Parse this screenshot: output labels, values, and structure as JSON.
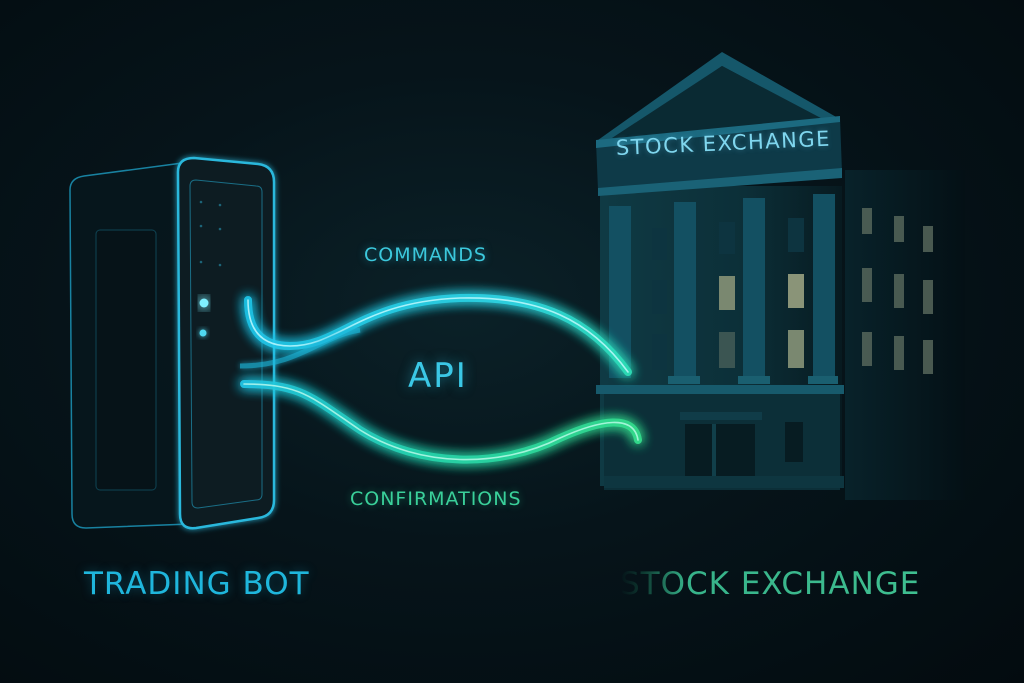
{
  "diagram": {
    "title": "Trading Bot to Stock Exchange via API",
    "nodes": [
      {
        "id": "trading-bot",
        "label": "TRADING BOT",
        "icon": "server-tower-icon"
      },
      {
        "id": "stock-exchange",
        "label": "STOCK EXCHANGE",
        "sign_text": "STOCK EXCHANGE",
        "icon": "exchange-building-icon"
      }
    ],
    "connection": {
      "label": "API",
      "flows": [
        {
          "label": "COMMANDS",
          "from": "trading-bot",
          "to": "stock-exchange",
          "color": "#2fd6e8"
        },
        {
          "label": "CONFIRMATIONS",
          "from": "stock-exchange",
          "to": "trading-bot",
          "color": "#2fdc9a"
        }
      ]
    },
    "colors": {
      "background": "#06141a",
      "bot_accent": "#1fb6dc",
      "api_accent": "#3bc8e6",
      "exchange_accent": "#3fbf90"
    }
  }
}
